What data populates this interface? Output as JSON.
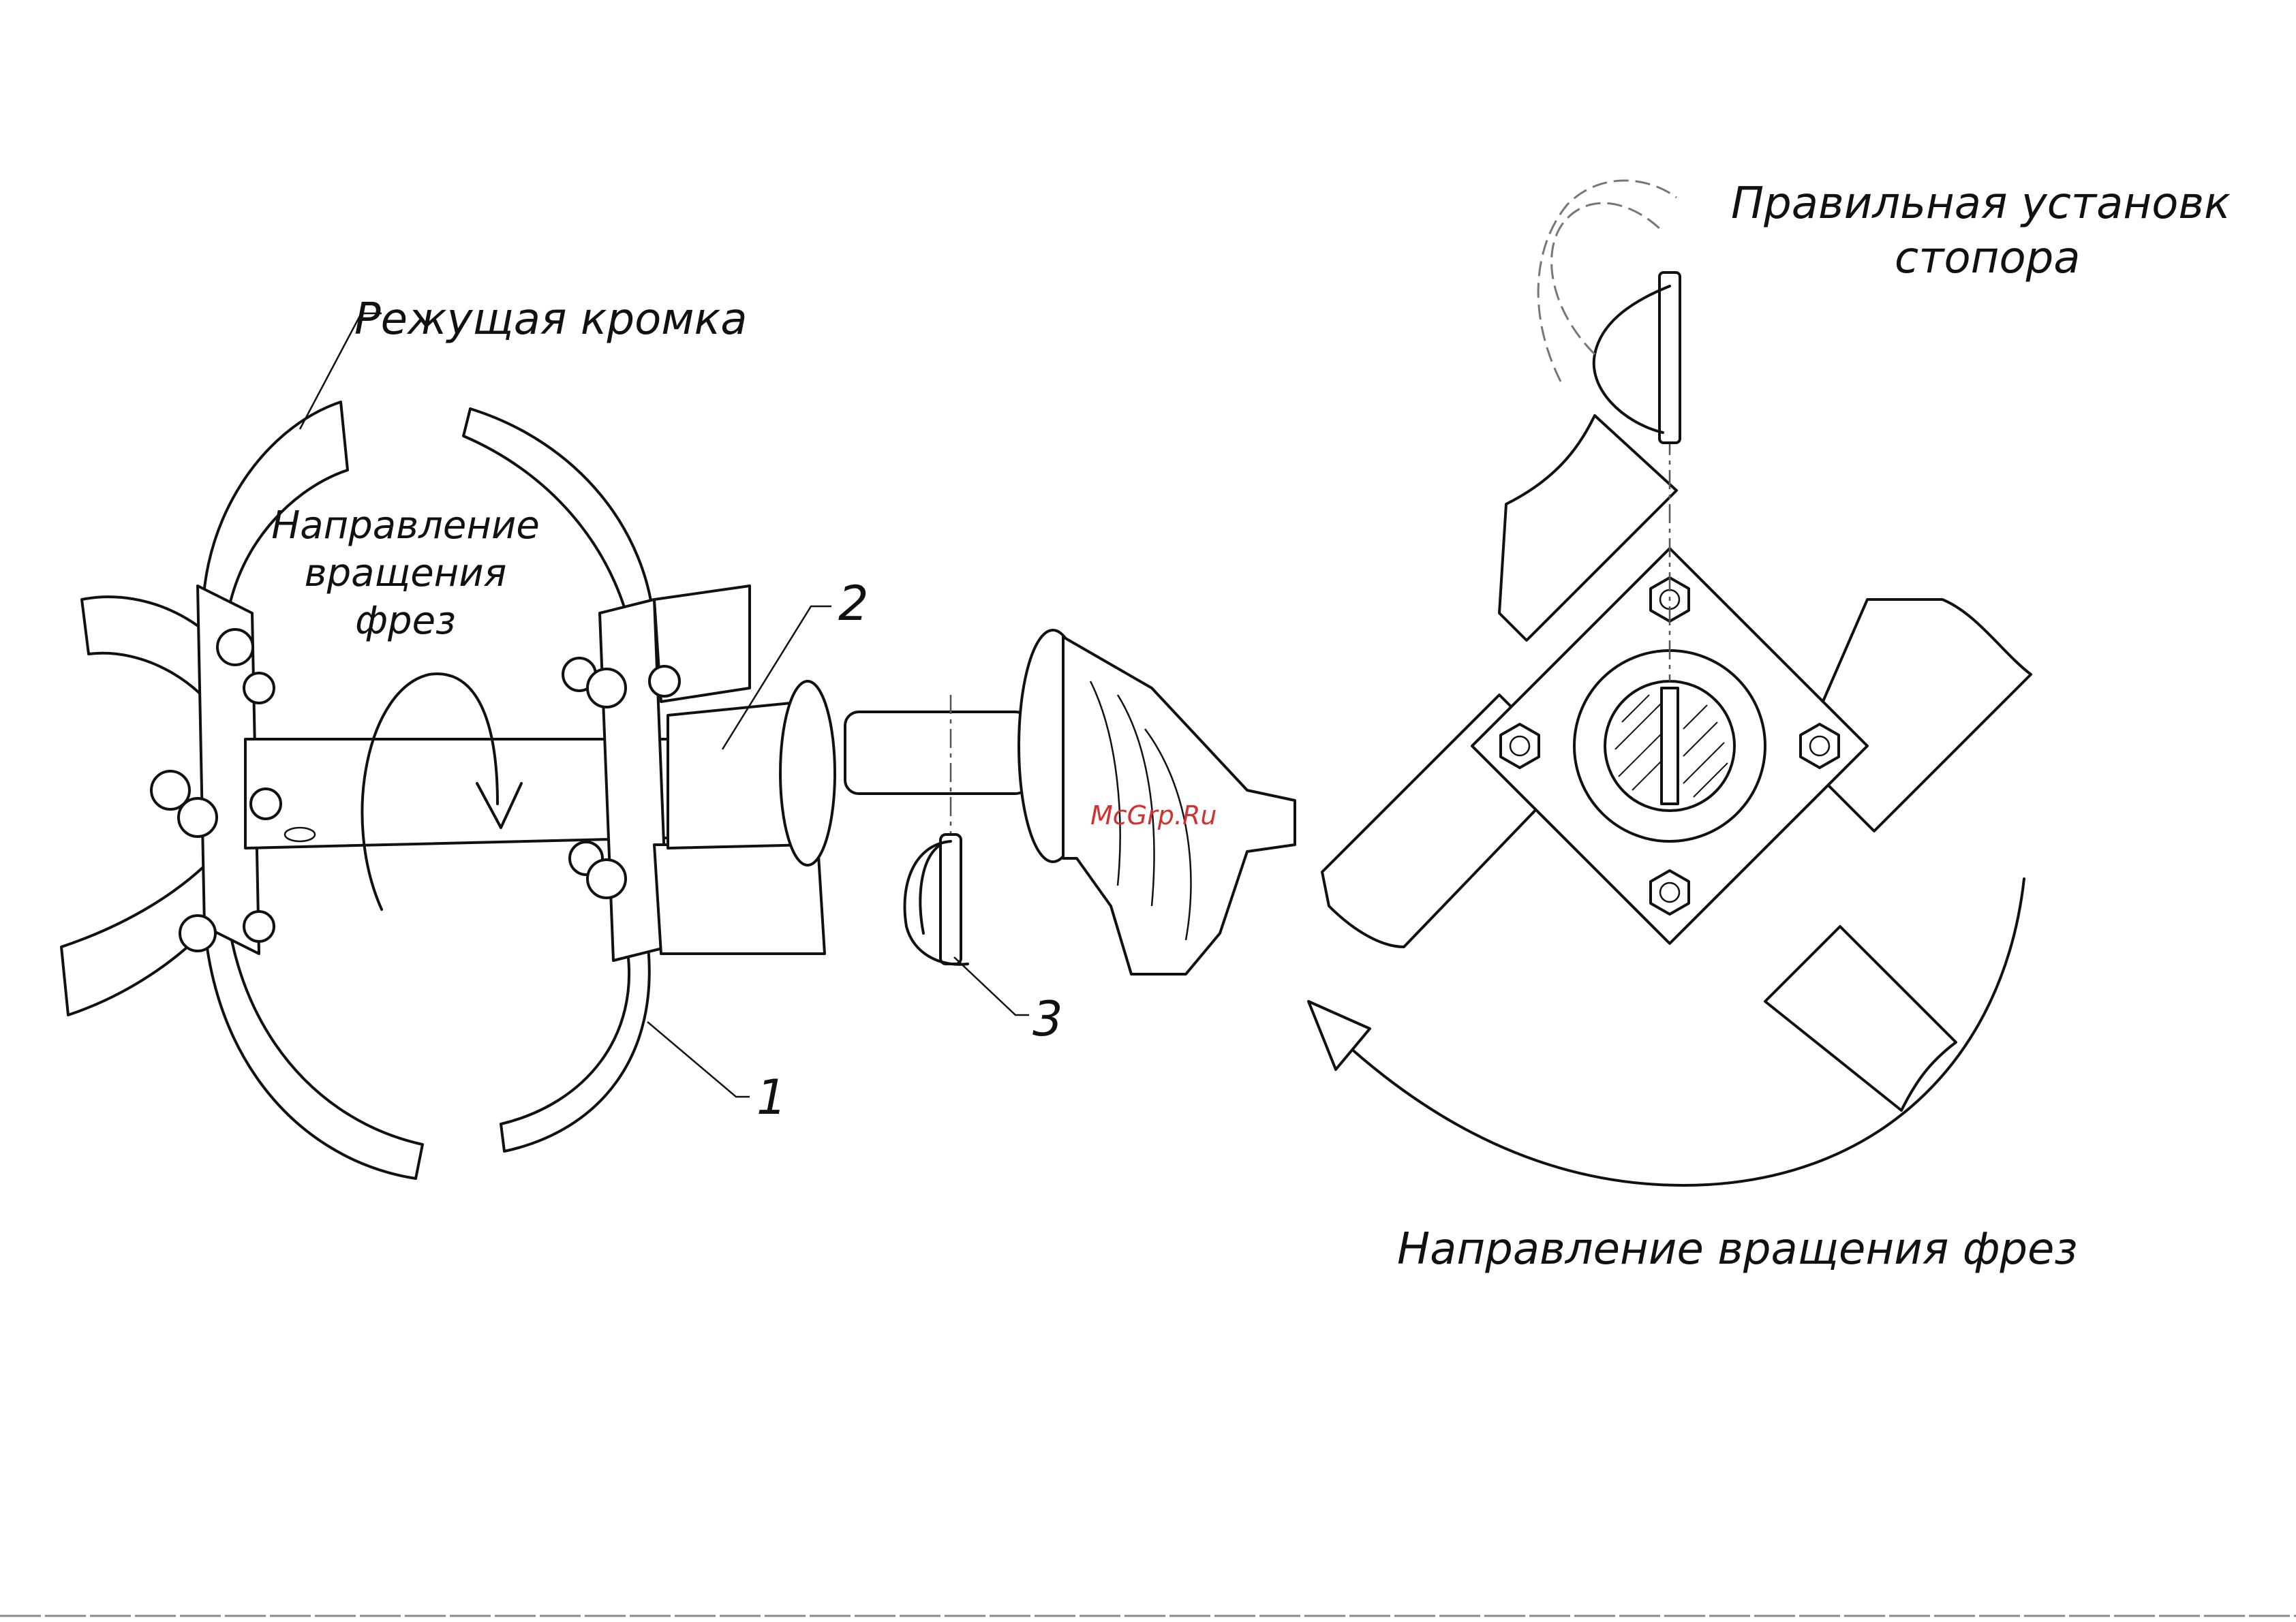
{
  "labels": {
    "cutting_edge": "Режущая кромка",
    "rotation_left_line1": "Направление",
    "rotation_left_line2": "вращения",
    "rotation_left_line3": "фрез",
    "correct_install_line1": "Правильная установк",
    "correct_install_line2": "стопора",
    "rotation_right": "Направление вращения фрез",
    "watermark": "McGrp.Ru"
  },
  "callouts": {
    "part1": "1",
    "part2": "2",
    "part3": "3"
  },
  "colors": {
    "ink": "#111111",
    "watermark": "#d33030",
    "background": "#ffffff"
  }
}
